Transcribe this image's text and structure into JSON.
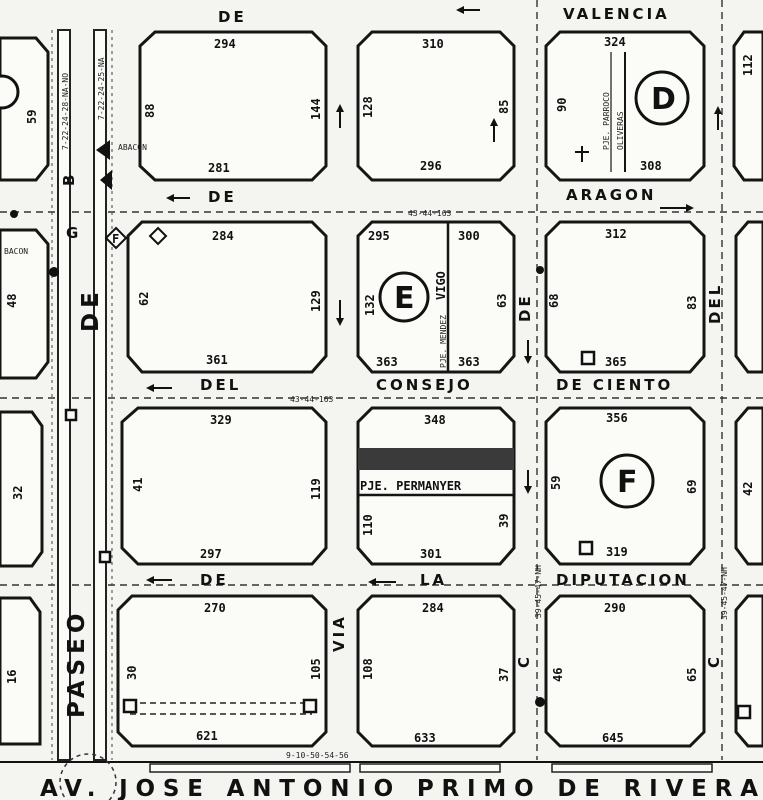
{
  "streets": {
    "top_de": "DE",
    "valencia": "VALENCIA",
    "de_aragon_de": "DE",
    "aragon": "ARAGON",
    "consejo_del": "DEL",
    "consejo": "CONSEJO",
    "de_ciento": "DE CIENTO",
    "diputacion_de": "DE",
    "diputacion_la": "LA",
    "diputacion": "DIPUTACION",
    "via": "VIA",
    "paseo": "PASEO",
    "paseo_de": "DE",
    "del_vertical": "DEL",
    "de_vertical": "DE",
    "c_left": "C",
    "c_right": "C",
    "g": "G",
    "b": "B",
    "avenida": "AV. JOSE ANTONIO PRIMO DE RIVERA"
  },
  "passages": {
    "parroco": "PJE. PARROCO",
    "oliveras": "OLIVERAS",
    "vigo": "VIGO",
    "mendez": "PJE. MENDEZ",
    "permanyer": "PJE. PERMANYER"
  },
  "zones": [
    {
      "id": "D",
      "label": "D"
    },
    {
      "id": "E",
      "label": "E"
    },
    {
      "id": "F",
      "label": "F"
    }
  ],
  "block_numbers": {
    "b1_top": "294",
    "b1_bottom": "281",
    "b1_left": "88",
    "b1_right": "144",
    "b2_top": "310",
    "b2_bottom": "296",
    "b2_left": "128",
    "b2_right": "85",
    "b3_top": "324",
    "b3_bottom": "308",
    "b3_left": "90",
    "b4_top": "284",
    "b4_bottom": "361",
    "b4_left": "62",
    "b4_right": "129",
    "b5_top_a": "295",
    "b5_top_b": "300",
    "b5_bottom_a": "363",
    "b5_bottom_b": "363",
    "b5_left": "132",
    "b5_right": "63",
    "b6_top": "312",
    "b6_bottom": "365",
    "b6_left": "68",
    "b6_right": "83",
    "b7_top": "329",
    "b7_bottom": "297",
    "b7_left": "41",
    "b7_right": "119",
    "b8_top": "348",
    "b8_bottom": "301",
    "b8_left": "110",
    "b8_right": "39",
    "b9_top": "356",
    "b9_bottom": "319",
    "b9_left": "59",
    "b9_right": "69",
    "b10_top": "270",
    "b10_bottom": "621",
    "b10_left": "30",
    "b10_right": "105",
    "b11_top": "284",
    "b11_bottom": "633",
    "b11_left": "108",
    "b11_right": "37",
    "b12_top": "290",
    "b12_bottom": "645",
    "b12_left": "46",
    "b12_right": "65",
    "left_a": "59",
    "left_b": "48",
    "left_c": "32",
    "left_d": "16",
    "right_a": "112",
    "right_b": "42"
  },
  "route_labels": {
    "aragon": "43-44-163",
    "consejo": "43-44-163",
    "diputacion": "39-45-47-NH",
    "diputacion_b": "39-45-47-NH",
    "paseo_a": "7-22-24-28-NA-NO",
    "paseo_b": "7-22-24-25-NA",
    "avenida": "9-10-50-54-56"
  },
  "markers": {
    "abacon": "ABACON",
    "bacon": "BACON",
    "f_diamond": "F"
  }
}
